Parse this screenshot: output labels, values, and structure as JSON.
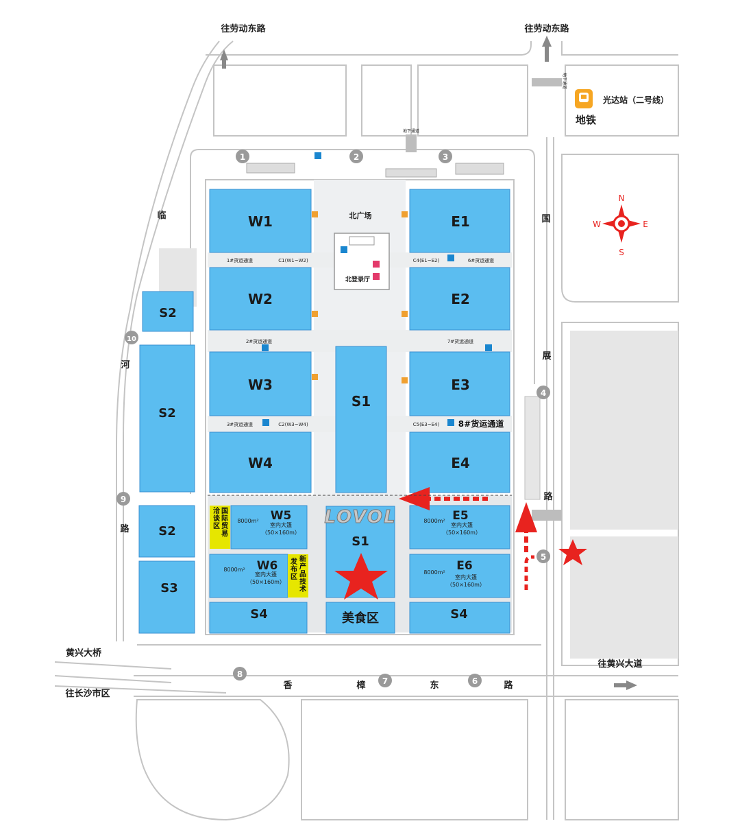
{
  "roads": {
    "top_left": "往劳动东路",
    "top_right": "往劳动东路",
    "west_road_chars": [
      "临",
      "河",
      "路"
    ],
    "east_road_chars": [
      "国",
      "展",
      "路"
    ],
    "south_road_chars": [
      "香",
      "樟",
      "东",
      "路"
    ],
    "bottom_left_1": "黄兴大桥",
    "bottom_left_2": "往长沙市区",
    "bottom_right": "往黄兴大道"
  },
  "metro": {
    "station": "光达站（二号线）",
    "label": "地铁",
    "underpass_east": "地下通道",
    "underpass_north": "地下通道"
  },
  "compass": {
    "n": "N",
    "s": "S",
    "e": "E",
    "w": "W"
  },
  "plaza": {
    "north_square": "北广场",
    "north_hall": "北登录厅"
  },
  "halls": {
    "W1": "W1",
    "W2": "W2",
    "W3": "W3",
    "W4": "W4",
    "E1": "E1",
    "E2": "E2",
    "E3": "E3",
    "E4": "E4",
    "S1_center": "S1",
    "S1_south": "S1",
    "S2_a": "S2",
    "S2_b": "S2",
    "S2_c": "S2",
    "S3": "S3",
    "S4_west": "S4",
    "S4_east": "S4",
    "food": "美食区",
    "W5": "W5",
    "W6": "W6",
    "E5": "E5",
    "E6": "E6"
  },
  "tent": {
    "area": "8000m²",
    "name": "室内大篷",
    "size": "（50×160m）"
  },
  "zones": {
    "intl_trade_1": "国际贸易",
    "negotiation": "洽谈区",
    "new_product_1": "新产品技术",
    "launch_zone": "发布区"
  },
  "corridors": {
    "c1": "1#货运通道",
    "c1_link": "C1(W1~W2)",
    "c4": "C4(E1~E2)",
    "c6": "6#货运通道",
    "c2": "2#货运通道",
    "c7": "7#货运通道",
    "c3": "3#货运通道",
    "c2_link": "C2(W3~W4)",
    "c5": "C5(E3~E4)",
    "c8": "8#货运通道"
  },
  "gates": [
    "1",
    "2",
    "3",
    "4",
    "5",
    "6",
    "7",
    "8",
    "9",
    "10"
  ],
  "brand": "LOVOL",
  "colors": {
    "hall_blue": "#5bbdf0",
    "road_gray": "#c8c8c8",
    "marker_red": "#e8231f",
    "zone_yellow": "#e6e600"
  }
}
